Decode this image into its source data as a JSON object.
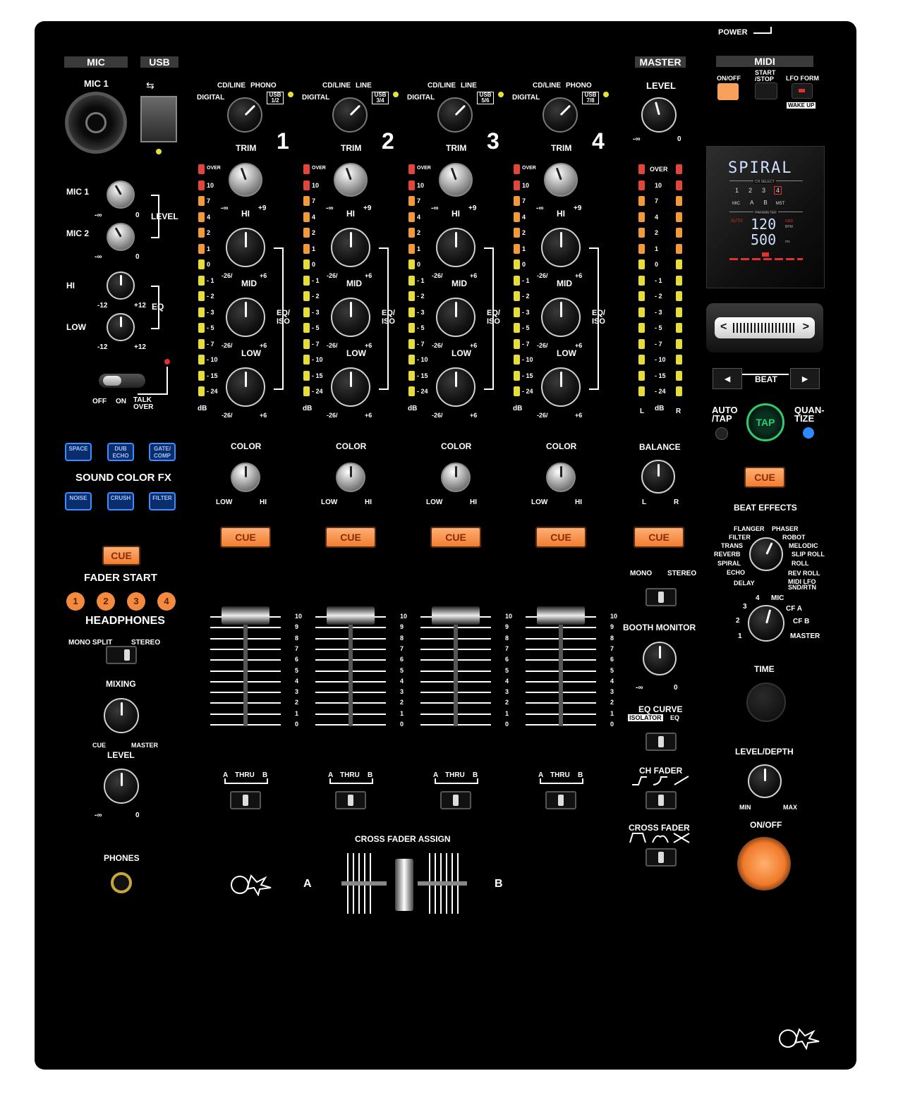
{
  "power_label": "POWER",
  "sections": {
    "mic": "MIC",
    "usb": "USB",
    "master": "MASTER",
    "midi": "MIDI"
  },
  "mic": {
    "input": "MIC 1",
    "mic1": "MIC 1",
    "mic2": "MIC 2",
    "level": "LEVEL",
    "hi": "HI",
    "low": "LOW",
    "eq": "EQ",
    "neg_inf": "-∞",
    "zero": "0",
    "minus12": "-12",
    "plus12": "+12",
    "off": "OFF",
    "on": "ON",
    "talk_over": "TALK OVER"
  },
  "fx": {
    "title": "SOUND COLOR FX",
    "buttons": [
      "SPACE",
      "DUB ECHO",
      "GATE/ COMP",
      "NOISE",
      "CRUSH",
      "FILTER"
    ],
    "fx_colors": {
      "button_bg": "#0b2d6b",
      "border": "#3f8cff"
    }
  },
  "fader_start": {
    "cue": "CUE",
    "title": "FADER START",
    "numbers": [
      "1",
      "2",
      "3",
      "4"
    ]
  },
  "headphones": {
    "title": "HEADPHONES",
    "mono_split": "MONO SPLIT",
    "stereo": "STEREO",
    "mixing": "MIXING",
    "cue": "CUE",
    "master": "MASTER",
    "level": "LEVEL",
    "neg_inf": "-∞",
    "zero": "0",
    "phones": "PHONES"
  },
  "channels": [
    {
      "number": "1",
      "cd_line": "CD/LINE",
      "src": "PHONO",
      "digital": "DIGITAL",
      "usb": "USB 1/2"
    },
    {
      "number": "2",
      "cd_line": "CD/LINE",
      "src": "LINE",
      "digital": "DIGITAL",
      "usb": "USB 3/4"
    },
    {
      "number": "3",
      "cd_line": "CD/LINE",
      "src": "LINE",
      "digital": "DIGITAL",
      "usb": "USB 5/6"
    },
    {
      "number": "4",
      "cd_line": "CD/LINE",
      "src": "PHONO",
      "digital": "DIGITAL",
      "usb": "USB 7/8"
    }
  ],
  "channel_labels": {
    "trim": "TRIM",
    "hi": "HI",
    "mid": "MID",
    "low": "LOW",
    "eq_iso": "EQ/ ISO",
    "minus26": "-26/",
    "plus6": "+6",
    "plus9": "+9",
    "neg_inf": "-∞",
    "color": "COLOR",
    "color_low": "LOW",
    "color_hi": "HI",
    "cue": "CUE",
    "a": "A",
    "thru": "THRU",
    "b": "B",
    "db": "dB"
  },
  "meter_scale": [
    "OVER",
    "10",
    "7",
    "4",
    "2",
    "1",
    "0",
    "- 1",
    "- 2",
    "- 3",
    "- 5",
    "- 7",
    "- 10",
    "- 15",
    "- 24"
  ],
  "fader_scale": [
    "10",
    "9",
    "8",
    "7",
    "6",
    "5",
    "4",
    "3",
    "2",
    "1",
    "0"
  ],
  "master": {
    "level": "LEVEL",
    "neg_inf": "-∞",
    "zero": "0",
    "balance": "BALANCE",
    "l": "L",
    "r": "R",
    "cue": "CUE",
    "mono": "MONO",
    "stereo": "STEREO",
    "booth": "BOOTH MONITOR",
    "eq_curve": "EQ CURVE",
    "isolator": "ISOLATOR",
    "eq": "EQ",
    "ch_fader": "CH FADER",
    "cross_fader": "CROSS FADER",
    "db": "dB"
  },
  "midi": {
    "on_off": "ON/OFF",
    "start_stop": "START /STOP",
    "lfo_form": "LFO FORM",
    "wake_up": "WAKE UP"
  },
  "display": {
    "effect": "SPIRAL",
    "ch_select": "CH SELECT",
    "channels": [
      "1",
      "2",
      "3",
      "4"
    ],
    "sources": [
      "MIC",
      "A",
      "B",
      "MST"
    ],
    "parameter": "PARAMETER",
    "auto": "AUTO",
    "bpm_value": "120",
    "bpm_unit": "BPM",
    "ms_value": "500",
    "ms_unit": "ms",
    "gnd": "GND"
  },
  "beat": {
    "label": "BEAT",
    "auto_tap": "AUTO /TAP",
    "tap": "TAP",
    "quantize": "QUAN- TIZE",
    "cue": "CUE",
    "effects_title": "BEAT EFFECTS",
    "effects_left": [
      "FLANGER",
      "FILTER",
      "TRANS",
      "REVERB",
      "SPIRAL",
      "ECHO",
      "DELAY"
    ],
    "effects_right": [
      "PHASER",
      "ROBOT",
      "MELODIC",
      "SLIP ROLL",
      "ROLL",
      "REV ROLL",
      "MIDI LFO SND/RTN"
    ],
    "assign": [
      "1",
      "2",
      "3",
      "4",
      "MIC",
      "CF A",
      "CF B",
      "MASTER"
    ],
    "time": "TIME",
    "level_depth": "LEVEL/DEPTH",
    "min": "MIN",
    "max": "MAX",
    "on_off": "ON/OFF"
  },
  "crossfader": {
    "title": "CROSS FADER ASSIGN",
    "a": "A",
    "b": "B"
  },
  "colors": {
    "cue_orange": "#f07a2a",
    "panel": "#000000",
    "meter_red": "#e0463a",
    "meter_orange": "#f29a3a",
    "meter_yellow": "#e6dc3a"
  }
}
